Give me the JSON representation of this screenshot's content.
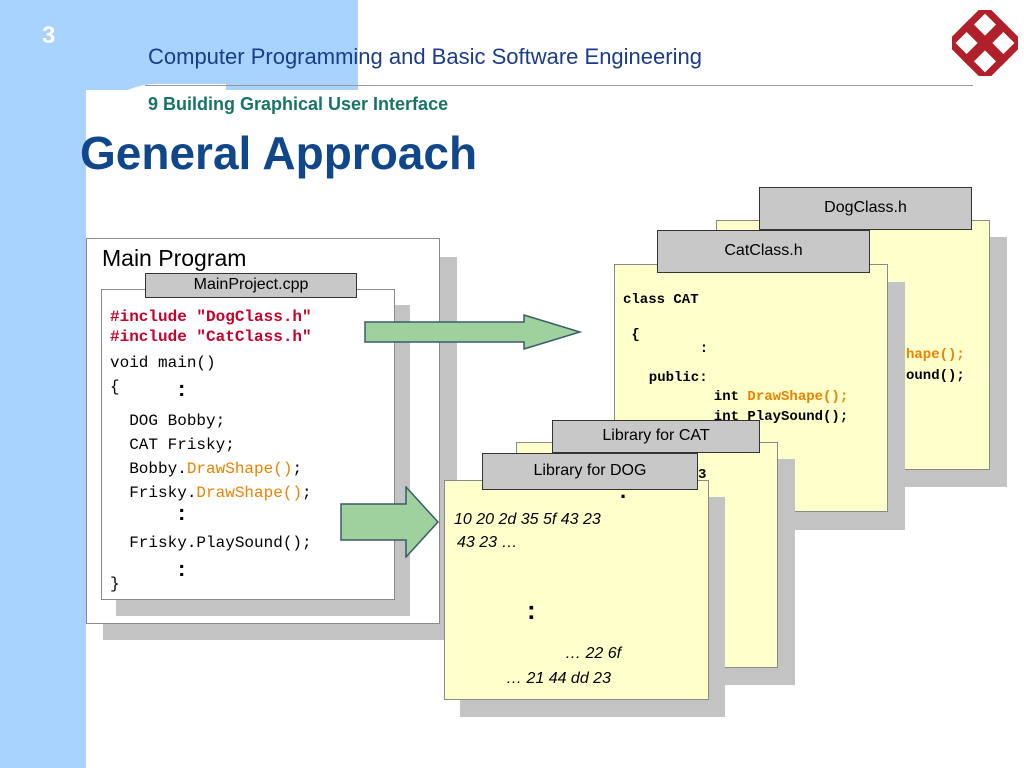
{
  "slide": {
    "number": "3",
    "course_title": "Computer Programming and Basic Software Engineering",
    "chapter": "9 Building Graphical User Interface",
    "title": "General Approach"
  },
  "main_program": {
    "heading": "Main Program",
    "file_label": "MainProject.cpp",
    "include_dog": "#include \"DogClass.h\"",
    "include_cat": "#include \"CatClass.h\"",
    "main_sig": "void main()",
    "open_brace": "{",
    "line_dog": "  DOG Bobby;",
    "line_cat": "  CAT Frisky;",
    "bobby_prefix": "  Bobby.",
    "bobby_method": "DrawShape()",
    "bobby_suffix": ";",
    "frisky_prefix": "  Frisky.",
    "frisky_method": "DrawShape()",
    "frisky_suffix": ";",
    "line_play": "  Frisky.PlaySound();",
    "close_brace": "}",
    "ellipsis_dots": ":"
  },
  "dog_class": {
    "label": "DogClass.h",
    "partial_line1": "hape();",
    "partial_line2": "ound();"
  },
  "cat_class": {
    "label": "CatClass.h",
    "line1": "class CAT",
    "line2": " {",
    "line3": "       :",
    "line4": "  public:",
    "line5_prefix": "       int ",
    "line5_method": "DrawShape();",
    "line6": "       int PlaySound();"
  },
  "library_cat": {
    "label": "Library for CAT",
    "partial": "3",
    "dot": "."
  },
  "library_dog": {
    "label": "Library for DOG",
    "line1": "10 20 2d 35 5f 43 23",
    "line2": "43 23 …",
    "dots": ":",
    "line3": "… 22 6f",
    "line4": "… 21 44 dd 23"
  },
  "colors": {
    "sidebar": "#a9d3ff",
    "course_title": "#1a3c8a",
    "chapter": "#177567",
    "title": "#10468a",
    "include": "#c8002a",
    "method": "#f08000",
    "arrow": "#9ed19e",
    "logo": "#b0202a"
  }
}
